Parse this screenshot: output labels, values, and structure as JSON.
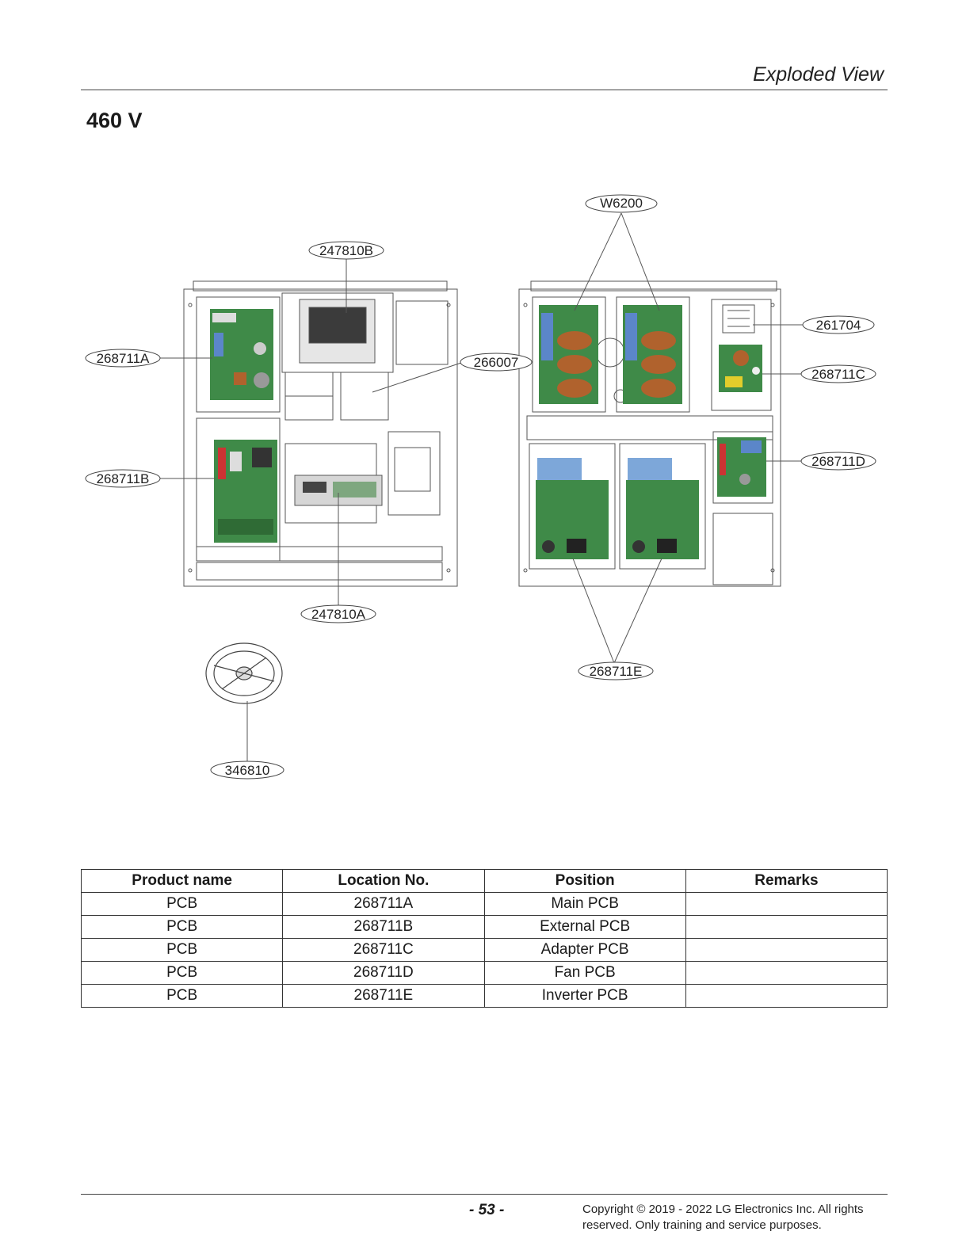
{
  "header": {
    "title": "Exploded View"
  },
  "section": {
    "title": "460 V"
  },
  "callouts": {
    "c247810B": "247810B",
    "c268711A": "268711A",
    "c266007": "266007",
    "c268711B": "268711B",
    "c247810A": "247810A",
    "c346810": "346810",
    "cW6200": "W6200",
    "c261704": "261704",
    "c268711C": "268711C",
    "c268711D": "268711D",
    "c268711E": "268711E"
  },
  "table": {
    "headers": [
      "Product name",
      "Location No.",
      "Position",
      "Remarks"
    ],
    "rows": [
      [
        "PCB",
        "268711A",
        "Main PCB",
        ""
      ],
      [
        "PCB",
        "268711B",
        "External PCB",
        ""
      ],
      [
        "PCB",
        "268711C",
        "Adapter PCB",
        ""
      ],
      [
        "PCB",
        "268711D",
        "Fan PCB",
        ""
      ],
      [
        "PCB",
        "268711E",
        "Inverter PCB",
        ""
      ]
    ]
  },
  "footer": {
    "page_number": "- 53 -",
    "copyright_line1": "Copyright © 2019 - 2022 LG Electronics Inc. All rights",
    "copyright_line2": "reserved. Only training and service purposes."
  },
  "colors": {
    "pcb_green": "#3f8a48",
    "capacitor_blue": "#5b86c9",
    "coil_copper": "#b0622d",
    "line": "#555555"
  }
}
